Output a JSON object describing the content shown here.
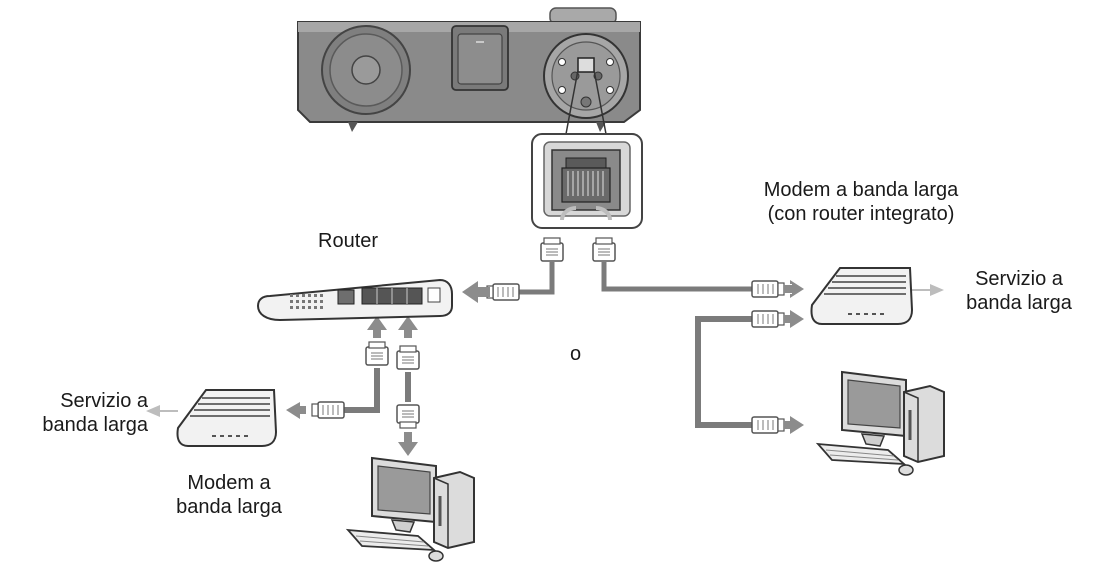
{
  "labels": {
    "router": "Router",
    "modem_router_line1": "Modem a banda larga",
    "modem_router_line2": "(con router integrato)",
    "service_right_line1": "Servizio a",
    "service_right_line2": "banda larga",
    "service_left_line1": "Servizio a",
    "service_left_line2": "banda larga",
    "modem_left_line1": "Modem a",
    "modem_left_line2": "banda larga",
    "or": "o"
  },
  "colors": {
    "cable": "#7b7b7b",
    "cable_light": "#c4c4c4",
    "arrow": "#8c8c8c",
    "device_dark": "#6e6e6e",
    "device_light": "#f2f2f2",
    "outline": "#3a3a3a"
  }
}
